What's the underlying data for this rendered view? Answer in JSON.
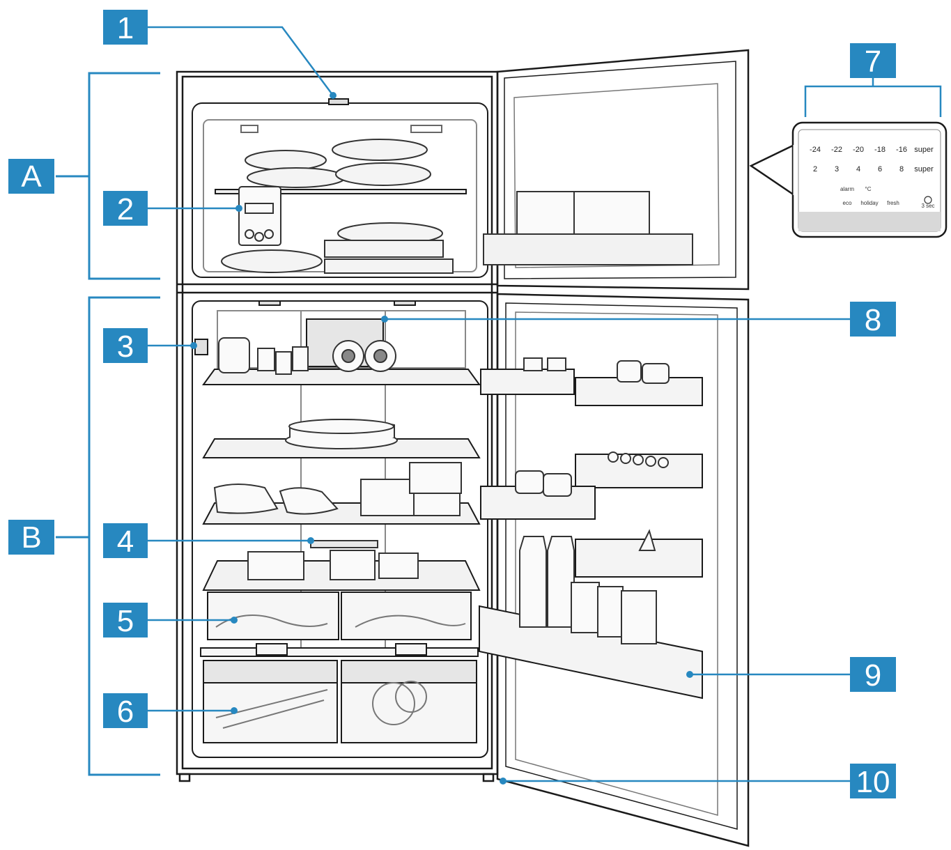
{
  "section_labels": [
    {
      "id": "A",
      "label": "A"
    },
    {
      "id": "B",
      "label": "B"
    }
  ],
  "callouts": [
    {
      "id": "1",
      "label": "1"
    },
    {
      "id": "2",
      "label": "2"
    },
    {
      "id": "3",
      "label": "3"
    },
    {
      "id": "4",
      "label": "4"
    },
    {
      "id": "5",
      "label": "5"
    },
    {
      "id": "6",
      "label": "6"
    },
    {
      "id": "7",
      "label": "7"
    },
    {
      "id": "8",
      "label": "8"
    },
    {
      "id": "9",
      "label": "9"
    },
    {
      "id": "10",
      "label": "10"
    }
  ],
  "control_panel": {
    "freezer_temps": [
      "-24",
      "-22",
      "-20",
      "-18",
      "-16",
      "super"
    ],
    "fridge_temps": [
      "2",
      "3",
      "4",
      "6",
      "8",
      "super"
    ],
    "row3": [
      "alarm",
      "°C"
    ],
    "modes": [
      "eco",
      "holiday",
      "fresh"
    ],
    "power_label": "3 sec"
  },
  "colors": {
    "badge": "#2788c0",
    "leader": "#2788c0",
    "outline": "#1a1a1a",
    "panel_strip": "#d8d8d8"
  }
}
